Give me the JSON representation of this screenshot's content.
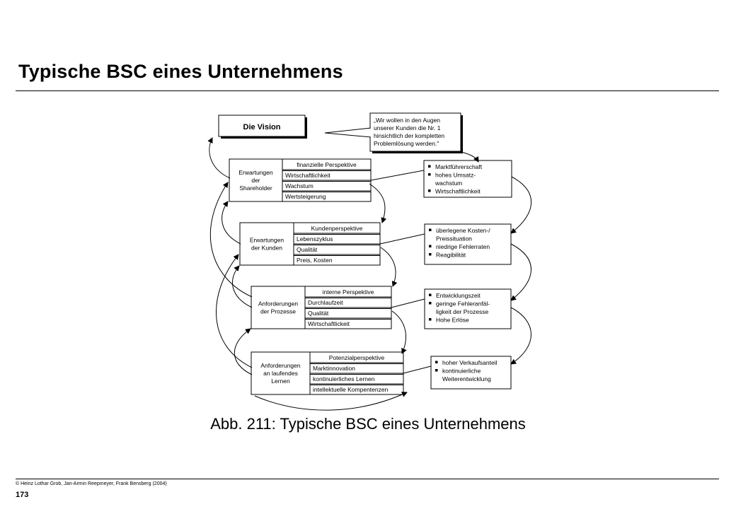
{
  "slide": {
    "title": "Typische BSC eines Unternehmens",
    "caption": "Abb. 211: Typische BSC eines Unternehmens",
    "copyright": "© Heinz Lothar Grob, Jan-Armin Reepmeyer,  Frank Bensberg  (2004)",
    "page_number": "173"
  },
  "diagram": {
    "vision": {
      "label": "Die Vision",
      "quote": [
        "„Wir wollen in den Augen",
        "unserer Kunden die Nr. 1",
        "hinsichtlich der kompletten",
        "Problemlösung werden.\""
      ]
    },
    "perspectives": [
      {
        "left_label": [
          "Erwartungen",
          "der",
          "Shareholder"
        ],
        "header": "finanzielle Perspektive",
        "rows": [
          "Wirtschaftlichkeit",
          "Wachstum",
          "Wertsteigerung"
        ],
        "notes": [
          {
            "bullet": true,
            "text": "Marktführerschaft"
          },
          {
            "bullet": true,
            "text": "hohes Umsatz-"
          },
          {
            "bullet": false,
            "text": "wachstum"
          },
          {
            "bullet": true,
            "text": "Wirtschaftlichkeit"
          }
        ]
      },
      {
        "left_label": [
          "Erwartungen",
          "der Kunden"
        ],
        "header": "Kundenperspektive",
        "rows": [
          "Lebenszyklus",
          "Qualität",
          "Preis, Kosten"
        ],
        "notes": [
          {
            "bullet": true,
            "text": "überlegene Kosten-/"
          },
          {
            "bullet": false,
            "text": "Preissituation"
          },
          {
            "bullet": true,
            "text": "niedrige Fehlerraten"
          },
          {
            "bullet": true,
            "text": "Reagibilität"
          }
        ]
      },
      {
        "left_label": [
          "Anforderungen",
          "der Prozesse"
        ],
        "header": "interne Perspektive",
        "rows": [
          "Durchlaufzeit",
          "Qualität",
          "Wirtschaftlickeit"
        ],
        "notes": [
          {
            "bullet": true,
            "text": "Entwicklungszeit"
          },
          {
            "bullet": true,
            "text": "geringe Fehleranfäl-"
          },
          {
            "bullet": false,
            "text": "ligkeit der Prozesse"
          },
          {
            "bullet": true,
            "text": "Hohe Erlöse"
          }
        ]
      },
      {
        "left_label": [
          "Anforderungen",
          "an laufendes",
          "Lernen"
        ],
        "header": "Potenzialperspektive",
        "rows": [
          "Marktinnovation",
          "kontinuierliches Lernen",
          "intellektuelle Kompentenzen"
        ],
        "notes": [
          {
            "bullet": true,
            "text": "hoher Verkaufsanteil"
          },
          {
            "bullet": true,
            "text": "kontinuierliche"
          },
          {
            "bullet": false,
            "text": "Weiterentwicklung"
          }
        ]
      }
    ]
  }
}
